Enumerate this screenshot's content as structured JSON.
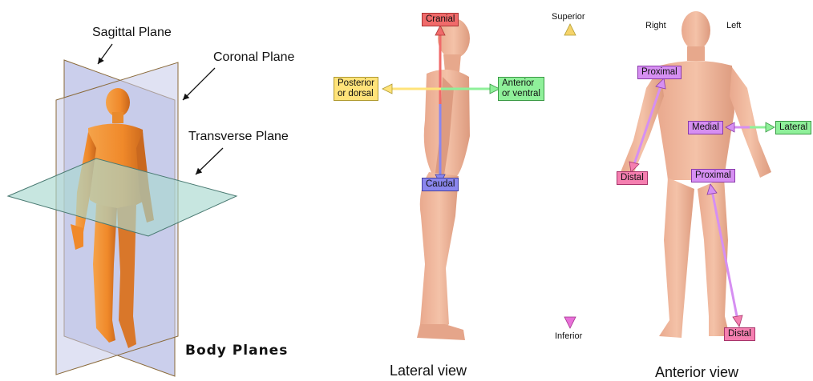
{
  "left_panel": {
    "sagittal": "Sagittal Plane",
    "coronal": "Coronal Plane",
    "transverse": "Transverse Plane",
    "title": "Body Planes"
  },
  "lateral": {
    "cranial": "Cranial",
    "caudal": "Caudal",
    "posterior": "Posterior\nor dorsal",
    "anterior": "Anterior\nor ventral",
    "caption": "Lateral view"
  },
  "axis": {
    "superior": "Superior",
    "inferior": "Inferior"
  },
  "anterior": {
    "right": "Right",
    "left": "Left",
    "proximal_arm": "Proximal",
    "distal_arm": "Distal",
    "medial": "Medial",
    "lateral": "Lateral",
    "proximal_leg": "Proximal",
    "distal_leg": "Distal",
    "caption": "Anterior view"
  },
  "colors": {
    "cranial": "#f06a6a",
    "caudal": "#8a86ee",
    "posterior": "#ffe37a",
    "anterior": "#8ff09a",
    "proximal": "#d68ff2",
    "distal": "#f57fb0",
    "superior_inferior": [
      "#f5d36a",
      "#e870d8"
    ]
  }
}
